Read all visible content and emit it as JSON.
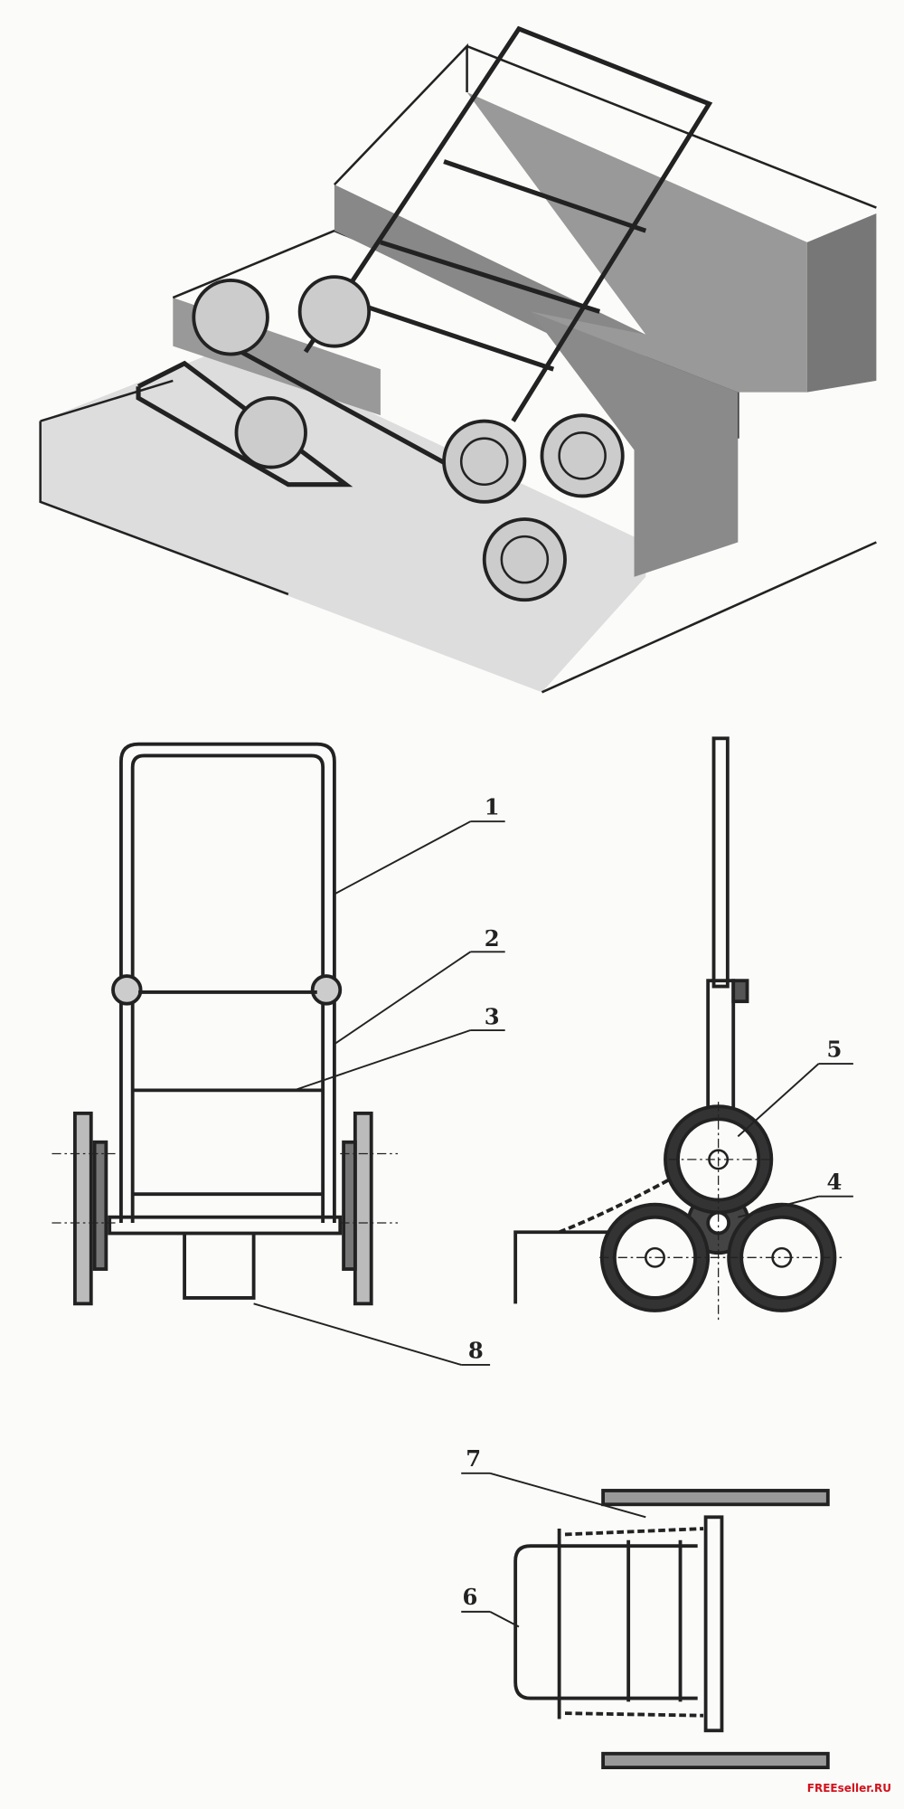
{
  "callouts": {
    "1": "1",
    "2": "2",
    "3": "3",
    "4": "4",
    "5": "5",
    "6": "6",
    "7": "7",
    "8": "8"
  },
  "watermark": "FREEseller.RU",
  "colors": {
    "ink": "#222222",
    "paper": "#fbfbf9",
    "shade": "#8a8a8a",
    "watermark": "#d2121c"
  }
}
